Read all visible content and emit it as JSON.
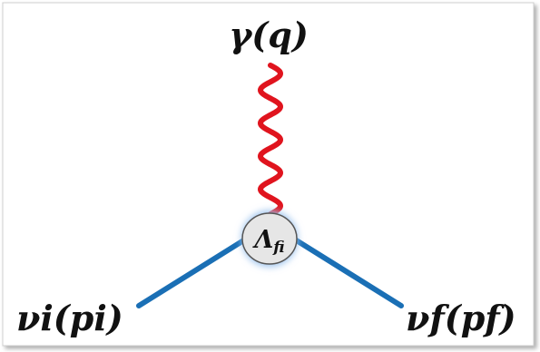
{
  "diagram": {
    "photon_label": "γ(q)",
    "vertex_label": "Λ",
    "vertex_subscript": "fi",
    "incoming_label": "νi(pi)",
    "outgoing_label": "νf(pf)",
    "colors": {
      "photon": "#e0141e",
      "fermion": "#1a6fb5",
      "vertex_fill": "#e6e6e6",
      "vertex_glow": "#9cc3ee",
      "frame_shadow": "#8a8a8a"
    }
  }
}
